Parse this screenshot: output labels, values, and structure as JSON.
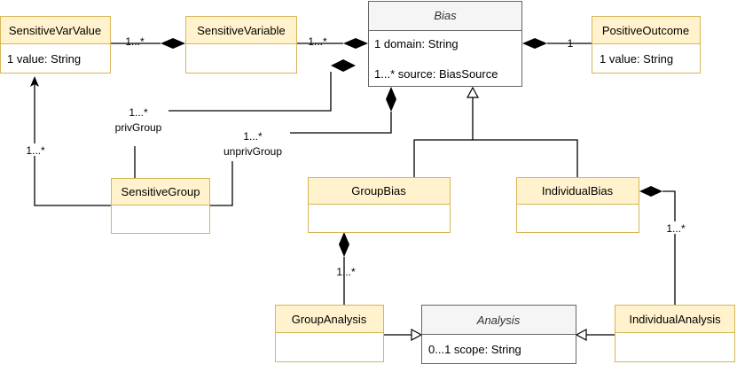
{
  "classes": {
    "sensitive_var_value": {
      "name": "SensitiveVarValue",
      "attrs": [
        "1 value: String"
      ]
    },
    "sensitive_variable": {
      "name": "SensitiveVariable",
      "attrs": []
    },
    "bias": {
      "name": "Bias",
      "abstract": true,
      "attrs": [
        "1 domain: String",
        "1...* source: BiasSource"
      ]
    },
    "positive_outcome": {
      "name": "PositiveOutcome",
      "attrs": [
        "1 value: String"
      ]
    },
    "sensitive_group": {
      "name": "SensitiveGroup",
      "attrs": []
    },
    "group_bias": {
      "name": "GroupBias",
      "attrs": []
    },
    "individual_bias": {
      "name": "IndividualBias",
      "attrs": []
    },
    "group_analysis": {
      "name": "GroupAnalysis",
      "attrs": []
    },
    "analysis": {
      "name": "Analysis",
      "abstract": true,
      "attrs": [
        "0...1 scope: String"
      ]
    },
    "individual_analysis": {
      "name": "IndividualAnalysis",
      "attrs": []
    }
  },
  "associations": {
    "var_value_mult": "1...*",
    "variable_mult": "1...*",
    "outcome_mult": "1",
    "group_to_value_mult": "1...*",
    "priv_mult": "1...*",
    "priv_role": "privGroup",
    "unpriv_mult": "1...*",
    "unpriv_role": "unprivGroup",
    "group_analysis_mult": "1...*",
    "individual_analysis_mult": "1...*"
  },
  "colors": {
    "class_fill": "#fff2cc",
    "class_stroke": "#d6b656",
    "abstract_fill": "#f5f5f5",
    "abstract_stroke": "#666666"
  }
}
